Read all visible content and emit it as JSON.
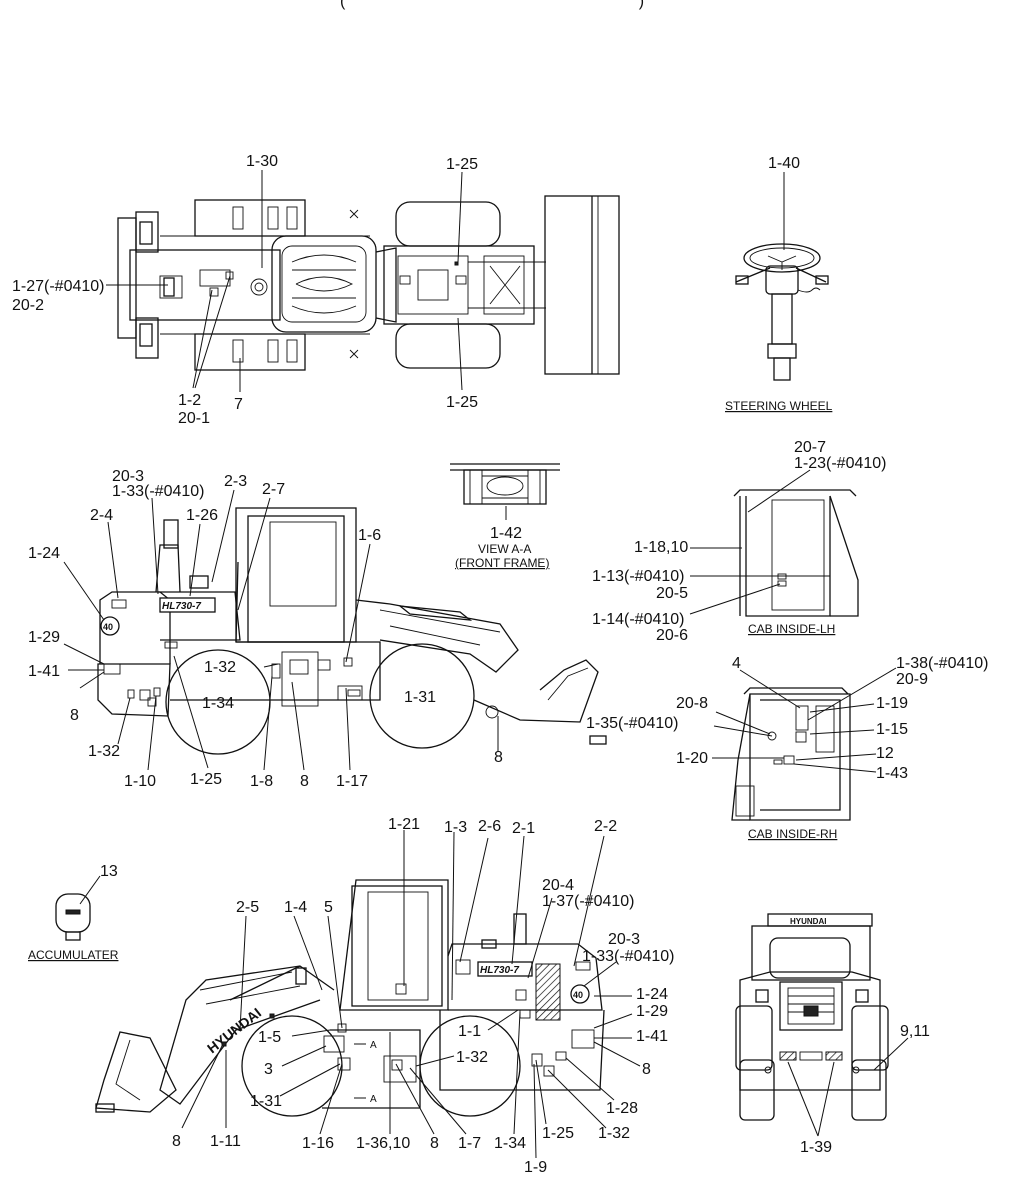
{
  "header": {
    "fragment": "(                                                                  )"
  },
  "top_view": {
    "labels": [
      "1-30",
      "1-25",
      "1-27(-#0410)",
      "20-2",
      "1-2",
      "20-1",
      "7",
      "1-25"
    ]
  },
  "steering_wheel": {
    "labels": [
      "1-40"
    ],
    "caption": "STEERING WHEEL"
  },
  "view_aa": {
    "labels": [
      "1-42"
    ],
    "caption_line1": "VIEW A-A",
    "caption_line2": "(FRONT FRAME)"
  },
  "left_side_view": {
    "labels": [
      "20-3",
      "1-33(-#0410)",
      "2-3",
      "2-7",
      "2-4",
      "1-26",
      "1-24",
      "1-6",
      "1-29",
      "1-41",
      "1-32",
      "1-34",
      "1-31",
      "8",
      "1-32",
      "1-10",
      "1-25",
      "1-8",
      "8",
      "1-17",
      "8"
    ],
    "model_badge": "HL730-7",
    "badge_number": "40"
  },
  "cab_inside_lh": {
    "labels": [
      "20-7",
      "1-23(-#0410)",
      "1-18,10",
      "1-13(-#0410)",
      "20-5",
      "1-14(-#0410)",
      "20-6"
    ],
    "caption": "CAB INSIDE-LH"
  },
  "cab_inside_rh": {
    "labels": [
      "4",
      "1-38(-#0410)",
      "20-9",
      "20-8",
      "1-19",
      "1-35(-#0410)",
      "1-15",
      "1-20",
      "12",
      "1-43"
    ],
    "caption": "CAB INSIDE-RH"
  },
  "accumulater": {
    "labels": [
      "13"
    ],
    "caption": "ACCUMULATER"
  },
  "right_side_view": {
    "labels": [
      "1-21",
      "1-3",
      "2-6",
      "2-1",
      "2-2",
      "20-4",
      "1-37(-#0410)",
      "2-5",
      "1-4",
      "5",
      "20-3",
      "1-33(-#0410)",
      "1-24",
      "1-29",
      "1-5",
      "1-1",
      "1-41",
      "1-32",
      "3",
      "8",
      "1-31",
      "1-28",
      "8",
      "1-11",
      "1-16",
      "1-36,10",
      "8",
      "1-7",
      "1-34",
      "1-25",
      "1-32",
      "1-9"
    ],
    "model_badge": "HL730-7",
    "brand": "HYUNDAI",
    "badge_number": "40",
    "section_marks": [
      "A",
      "A"
    ]
  },
  "rear_view": {
    "labels": [
      "9,11",
      "1-39"
    ],
    "brand": "HYUNDAI"
  }
}
